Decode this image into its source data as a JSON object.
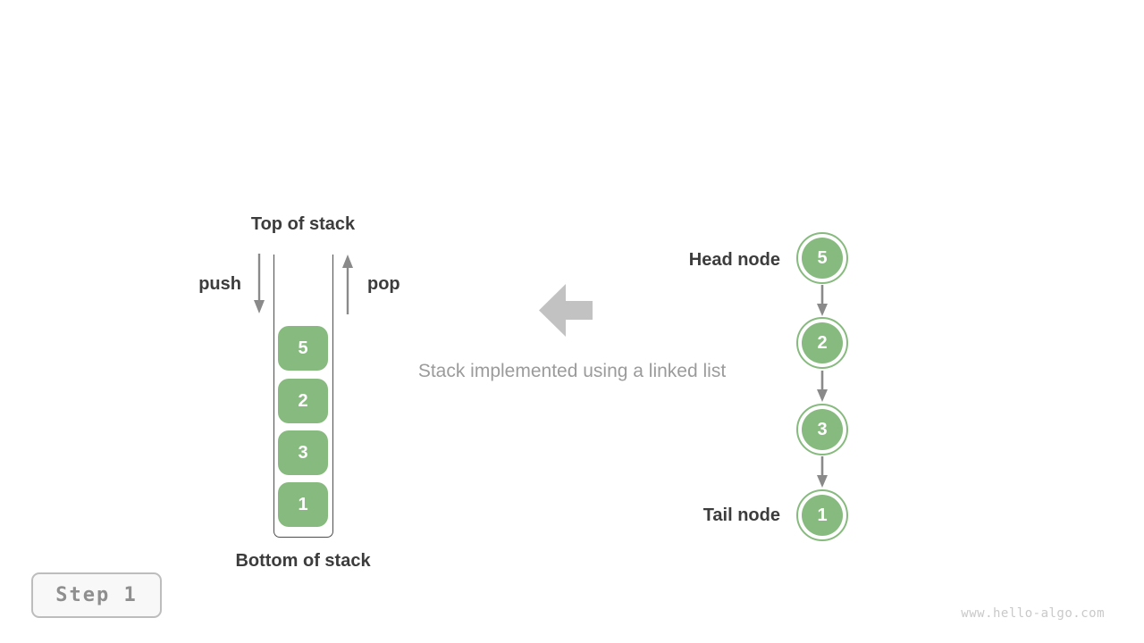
{
  "colors": {
    "green": "#87ba7e",
    "dark_text": "#3c3c3c",
    "arrow_gray": "#8a8a8a",
    "big_arrow_gray": "#c2c2c2",
    "caption_gray": "#9b9b9b",
    "container_line": "#4d4d4d",
    "step_text": "#8f8f8f",
    "step_border": "#bdbdbd",
    "step_bg": "#f8f8f8",
    "watermark": "#c9c9c9"
  },
  "stack": {
    "top_label": "Top of stack",
    "bottom_label": "Bottom of stack",
    "push_label": "push",
    "pop_label": "pop",
    "items": [
      "5",
      "2",
      "3",
      "1"
    ]
  },
  "caption": "Stack implemented using a linked list",
  "linked_list": {
    "head_label": "Head node",
    "tail_label": "Tail node",
    "nodes": [
      "5",
      "2",
      "3",
      "1"
    ]
  },
  "step_badge": {
    "label": "Step 1"
  },
  "watermark": "www.hello-algo.com"
}
